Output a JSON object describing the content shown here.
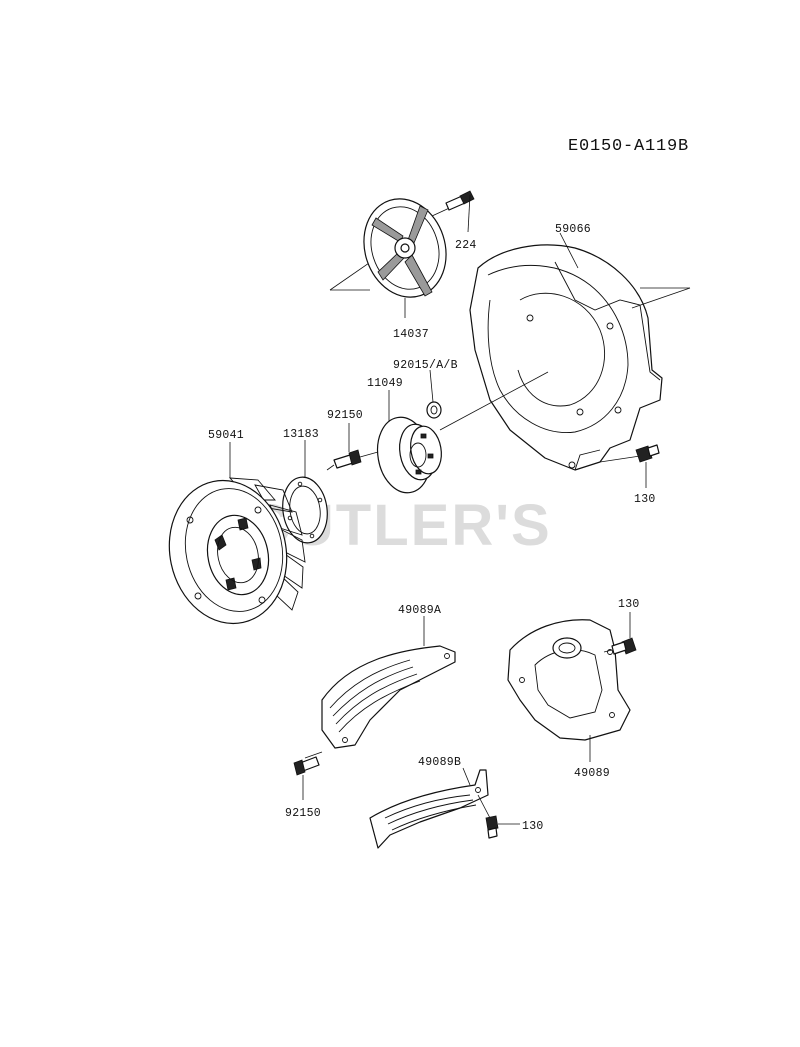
{
  "diagram_code": "E0150-A119B",
  "watermark": "CUTLER'S",
  "labels": {
    "p224": "224",
    "p59066": "59066",
    "p14037": "14037",
    "p92015": "92015/A/B",
    "p11049": "11049",
    "p92150_top": "92150",
    "p59041": "59041",
    "p13183": "13183",
    "p130_right": "130",
    "p49089A": "49089A",
    "p130_shroud": "130",
    "p49089": "49089",
    "p49089B": "49089B",
    "p92150_bottom": "92150",
    "p130_bottom": "130"
  }
}
